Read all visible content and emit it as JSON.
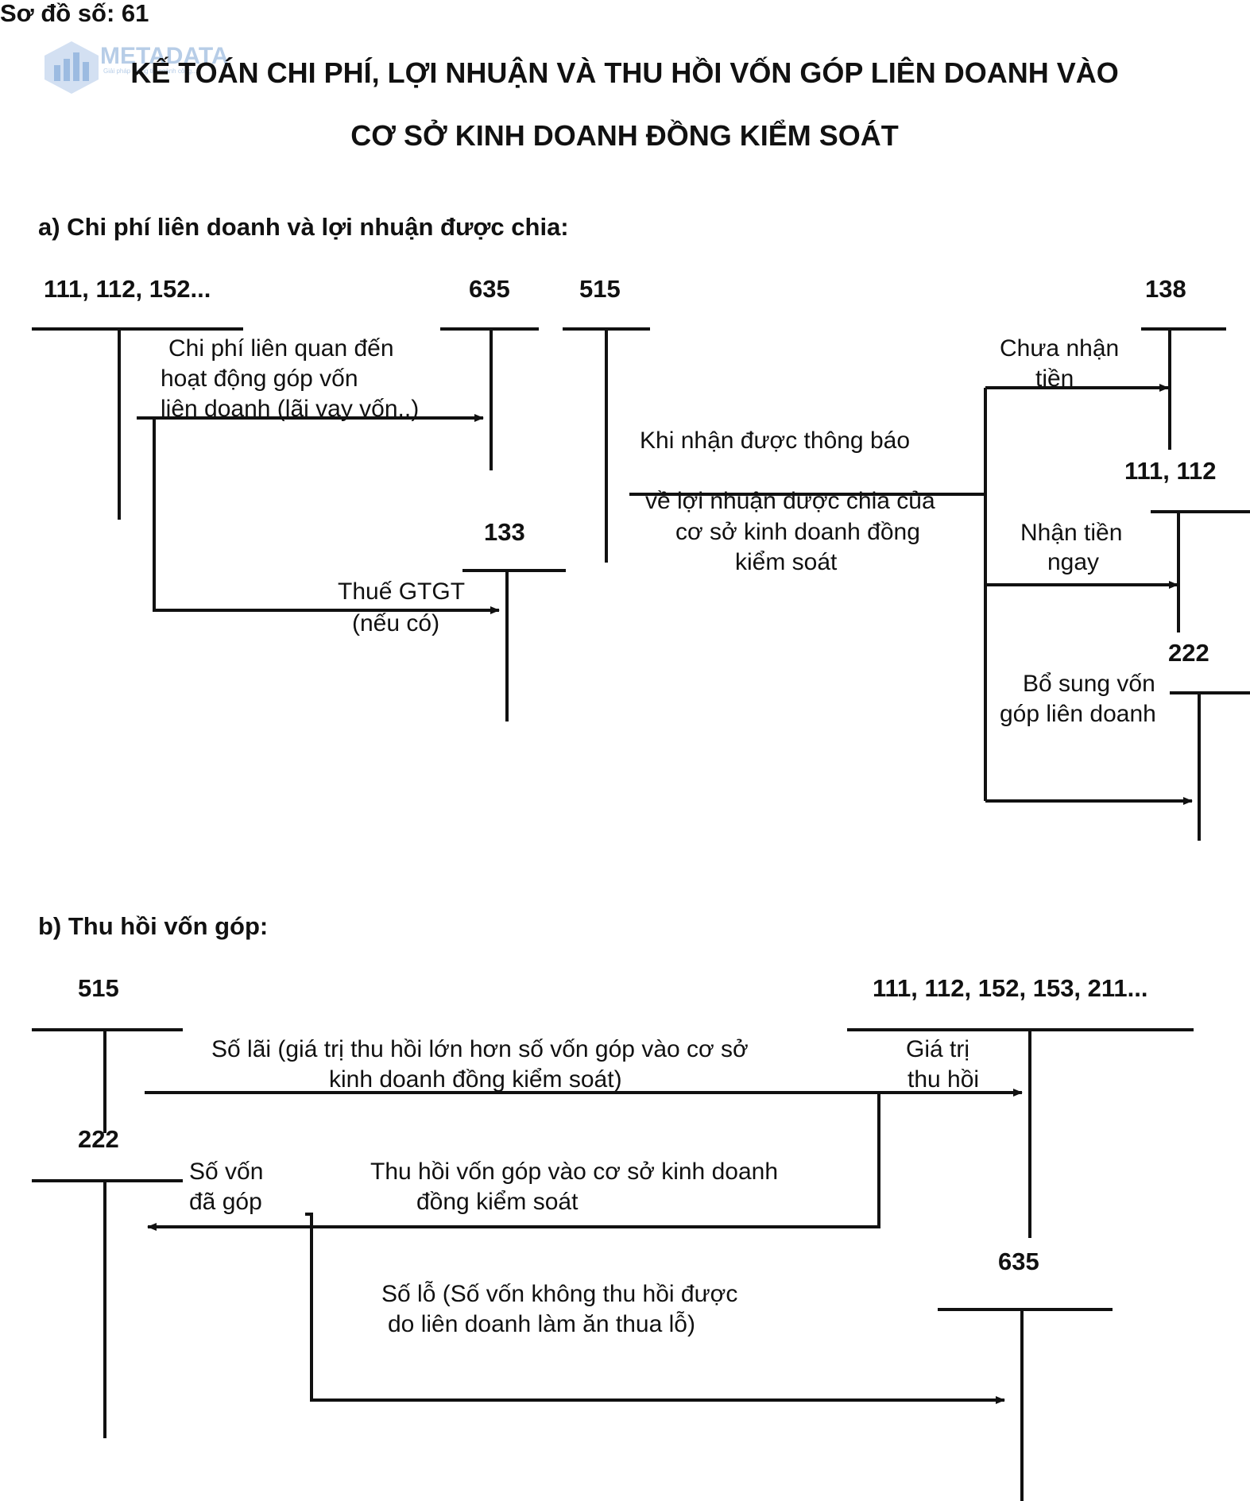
{
  "diagram_number": "Sơ đồ số: 61",
  "watermark": {
    "brand": "METADATA",
    "tagline": "Giải pháp thông tin ngành công...",
    "icon": "bar-chart-logo-icon"
  },
  "title": {
    "line1": "KẾ TOÁN CHI PHÍ, LỢI NHUẬN VÀ THU HỒI VỐN GÓP LIÊN DOANH VÀO",
    "line2": "CƠ SỞ KINH DOANH ĐỒNG KIỂM SOÁT"
  },
  "section_a": {
    "heading": "a)  Chi phí liên doanh và lợi nhuận được chia:",
    "accounts": {
      "cash_inventory": "111, 112, 152...",
      "acc_635": "635",
      "acc_515": "515",
      "acc_133": "133",
      "acc_138": "138",
      "acc_111_112": "111, 112",
      "acc_222": "222"
    },
    "labels": {
      "jv_costs": [
        "Chi phí liên quan đến",
        "hoạt động góp vốn",
        "liên doanh (lãi vay vốn..)"
      ],
      "vat": [
        "Thuế GTGT",
        "(nếu có)"
      ],
      "profit_notice": [
        "Khi nhận được thông báo",
        "về lợi nhuận được chia của",
        "cơ sở kinh doanh đồng",
        "kiểm soát"
      ],
      "not_received": [
        "Chưa nhận",
        "tiền"
      ],
      "received_now": [
        "Nhận tiền",
        "ngay"
      ],
      "add_capital": [
        "Bổ sung vốn",
        "góp liên doanh"
      ]
    }
  },
  "section_b": {
    "heading": "b)  Thu hồi vốn góp:",
    "accounts": {
      "acc_515": "515",
      "acc_222": "222",
      "assets": "111, 112, 152, 153, 211...",
      "acc_635": "635"
    },
    "labels": {
      "gain": [
        "Số lãi (giá trị thu hồi lớn hơn số vốn góp vào cơ sở",
        "kinh doanh đồng kiểm soát)"
      ],
      "recovered_value": [
        "Giá trị",
        "thu hồi"
      ],
      "contributed": [
        "Số vốn",
        "đã góp"
      ],
      "recovery": [
        "Thu hồi vốn góp vào cơ sở kinh doanh",
        "đồng kiểm soát"
      ],
      "loss": [
        "Số lỗ (Số vốn không thu hồi được",
        "do liên doanh làm ăn thua lỗ)"
      ]
    }
  }
}
